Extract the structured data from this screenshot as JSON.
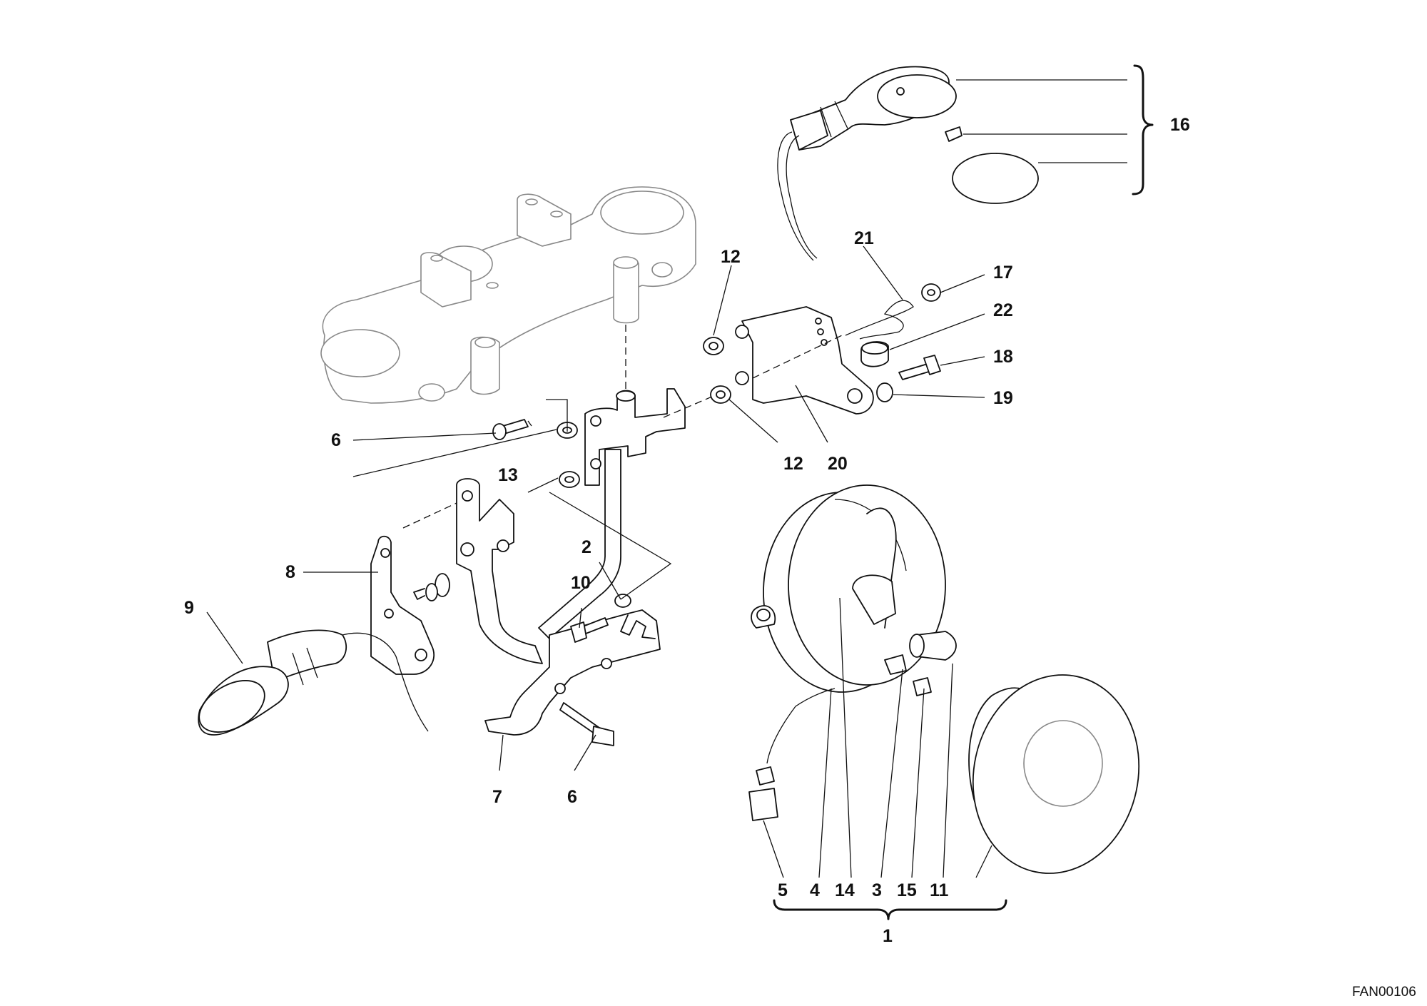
{
  "drawing_code": "FAN00106",
  "callouts": {
    "c1": "1",
    "c2": "2",
    "c3": "3",
    "c4": "4",
    "c5": "5",
    "c6a": "6",
    "c6b": "6",
    "c7": "7",
    "c8": "8",
    "c9": "9",
    "c10": "10",
    "c11": "11",
    "c12a": "12",
    "c12b": "12",
    "c13": "13",
    "c14": "14",
    "c15": "15",
    "c16": "16",
    "c17": "17",
    "c18": "18",
    "c19": "19",
    "c20": "20",
    "c21": "21",
    "c22": "22"
  }
}
